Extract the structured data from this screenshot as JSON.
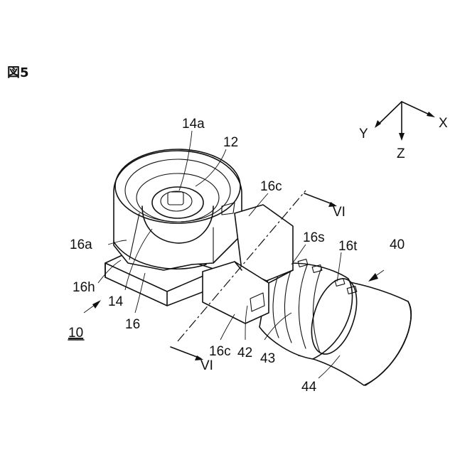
{
  "figure": {
    "title": "図5",
    "axes": {
      "x": "X",
      "y": "Y",
      "z": "Z"
    },
    "section": "VI",
    "labels": {
      "l14a": "14a",
      "l12": "12",
      "l16c_top": "16c",
      "l16a": "16a",
      "l16s": "16s",
      "l16t": "16t",
      "l40": "40",
      "l16h": "16h",
      "l14": "14",
      "l16": "16",
      "l10": "10",
      "l16c_bot": "16c",
      "l42": "42",
      "l43": "43",
      "l44": "44"
    }
  }
}
